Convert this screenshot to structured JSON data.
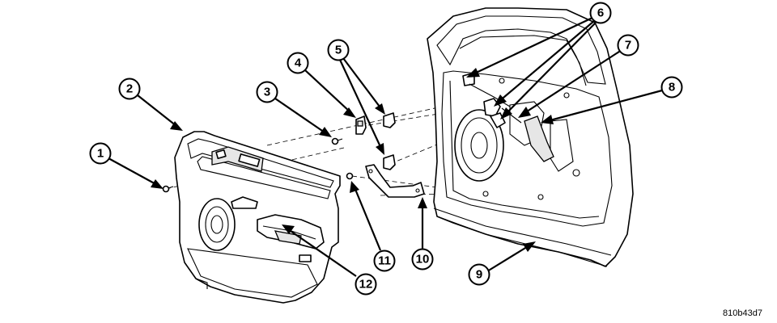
{
  "figure_id": "810b43d7",
  "callouts": [
    {
      "id": "c1",
      "label": "1"
    },
    {
      "id": "c2",
      "label": "2"
    },
    {
      "id": "c3",
      "label": "3"
    },
    {
      "id": "c4",
      "label": "4"
    },
    {
      "id": "c5",
      "label": "5"
    },
    {
      "id": "c6",
      "label": "6"
    },
    {
      "id": "c7",
      "label": "7"
    },
    {
      "id": "c8",
      "label": "8"
    },
    {
      "id": "c9",
      "label": "9"
    },
    {
      "id": "c10",
      "label": "10"
    },
    {
      "id": "c11",
      "label": "11"
    },
    {
      "id": "c12",
      "label": "12"
    }
  ]
}
